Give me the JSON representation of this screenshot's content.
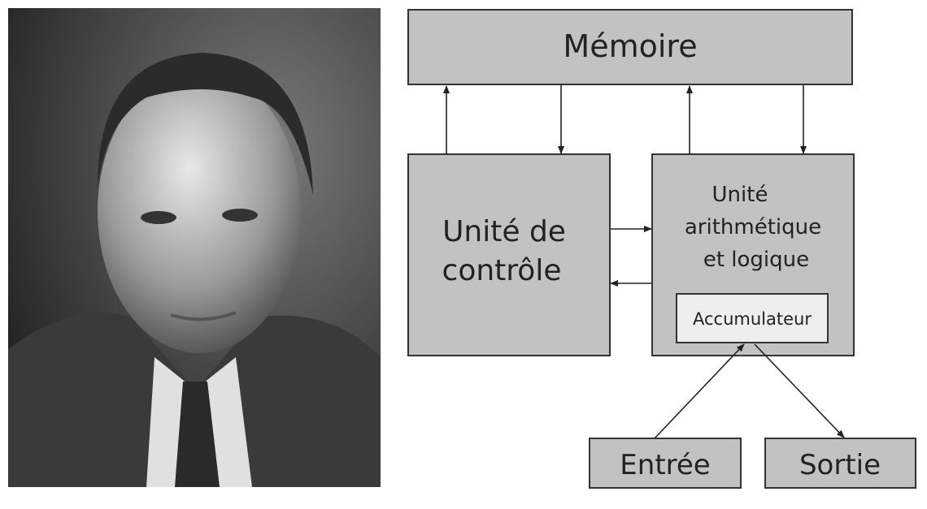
{
  "photo": {
    "subject": "portrait-photo"
  },
  "diagram": {
    "memory": "Mémoire",
    "control_unit": [
      "Unité de",
      "contrôle"
    ],
    "alu": [
      "Unité",
      "arithmétique",
      "et logique"
    ],
    "accumulator": "Accumulateur",
    "input": "Entrée",
    "output": "Sortie"
  },
  "colors": {
    "box_fill": "#c2c2c2",
    "accumulator_fill": "#eeeeee",
    "stroke": "#333333"
  }
}
